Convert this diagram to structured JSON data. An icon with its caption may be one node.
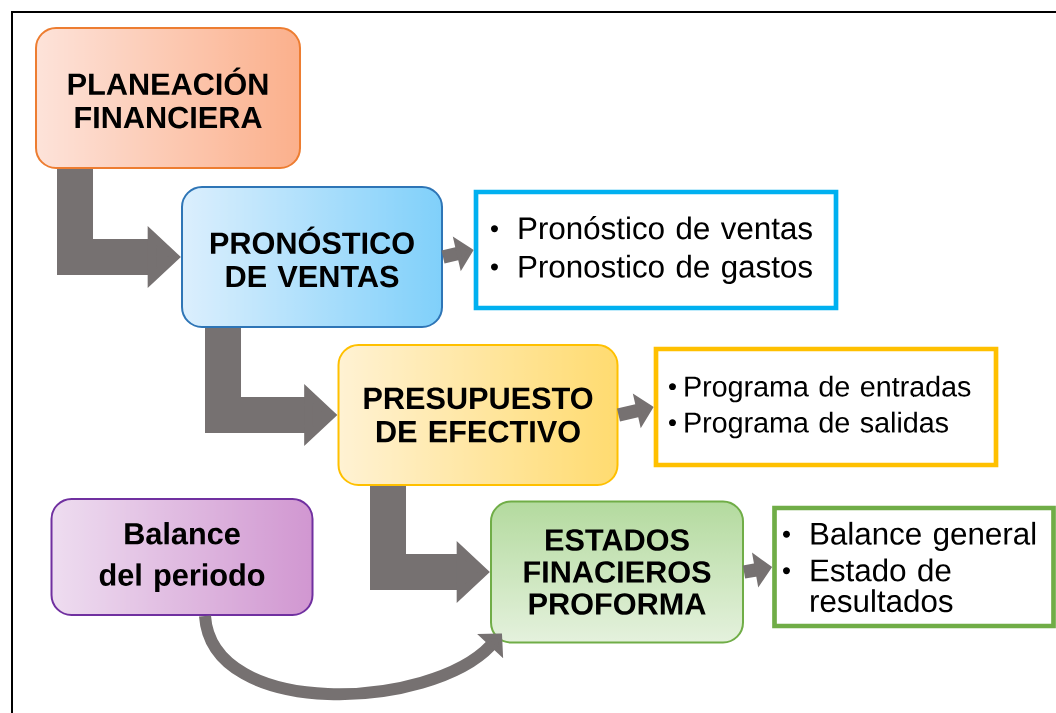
{
  "diagram": {
    "nodes": [
      {
        "text": [
          "PLANEACIÓN FINANCIERA"
        ]
      },
      {
        "text": [
          "PRONÓSTICO DE VENTAS"
        ]
      },
      {
        "text": [
          "Pronóstico de ventas",
          "Pronostico de gastos"
        ]
      },
      {
        "text": [
          "PRESUPUESTO DE EFECTIVO"
        ]
      },
      {
        "text": [
          "Programa de entradas",
          "Programa de salidas"
        ]
      },
      {
        "text": [
          "Balance del periodo"
        ]
      },
      {
        "text": [
          "ESTADOS FINACIEROS PROFORMA"
        ]
      },
      {
        "text": [
          "Balance general",
          "Estado de resultados"
        ]
      }
    ],
    "edges": [
      {
        "from": 0,
        "to": 1,
        "arrow": "to",
        "style": "thick"
      },
      {
        "from": 1,
        "to": 2,
        "arrow": "to"
      },
      {
        "from": 1,
        "to": 3,
        "arrow": "to",
        "style": "thick"
      },
      {
        "from": 3,
        "to": 4,
        "arrow": "to"
      },
      {
        "from": 3,
        "to": 6,
        "arrow": "to",
        "style": "thick"
      },
      {
        "from": 6,
        "to": 7,
        "arrow": "to"
      },
      {
        "from": 5,
        "to": 6,
        "arrow": "to"
      }
    ]
  }
}
